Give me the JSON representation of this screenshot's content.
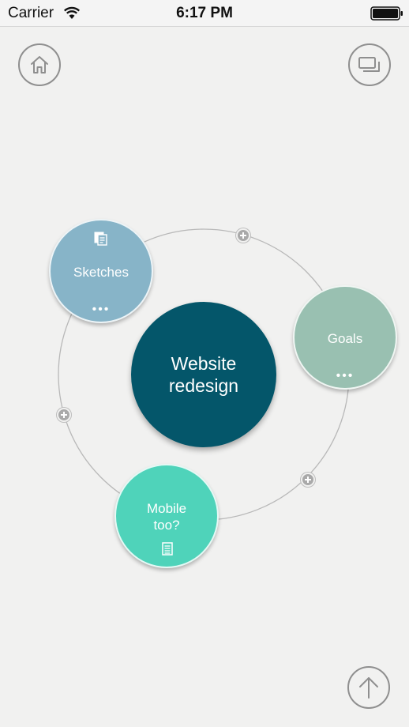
{
  "status_bar": {
    "carrier": "Carrier",
    "time": "6:17 PM"
  },
  "toolbar": {
    "home_icon": "home-icon",
    "windows_icon": "windows-icon",
    "upload_icon": "arrow-up-icon"
  },
  "mind_map": {
    "center": {
      "label": "Website redesign",
      "color": "#04566a"
    },
    "nodes": [
      {
        "label": "Sketches",
        "color": "#87b4c8",
        "icon": "sketches-icon",
        "more": "•••"
      },
      {
        "label": "Goals",
        "color": "#99c0b1",
        "more": "•••"
      },
      {
        "label": "Mobile too?",
        "color": "#4fd3ba",
        "icon": "notes-icon"
      }
    ],
    "orbit_color": "#b8b8b8"
  }
}
